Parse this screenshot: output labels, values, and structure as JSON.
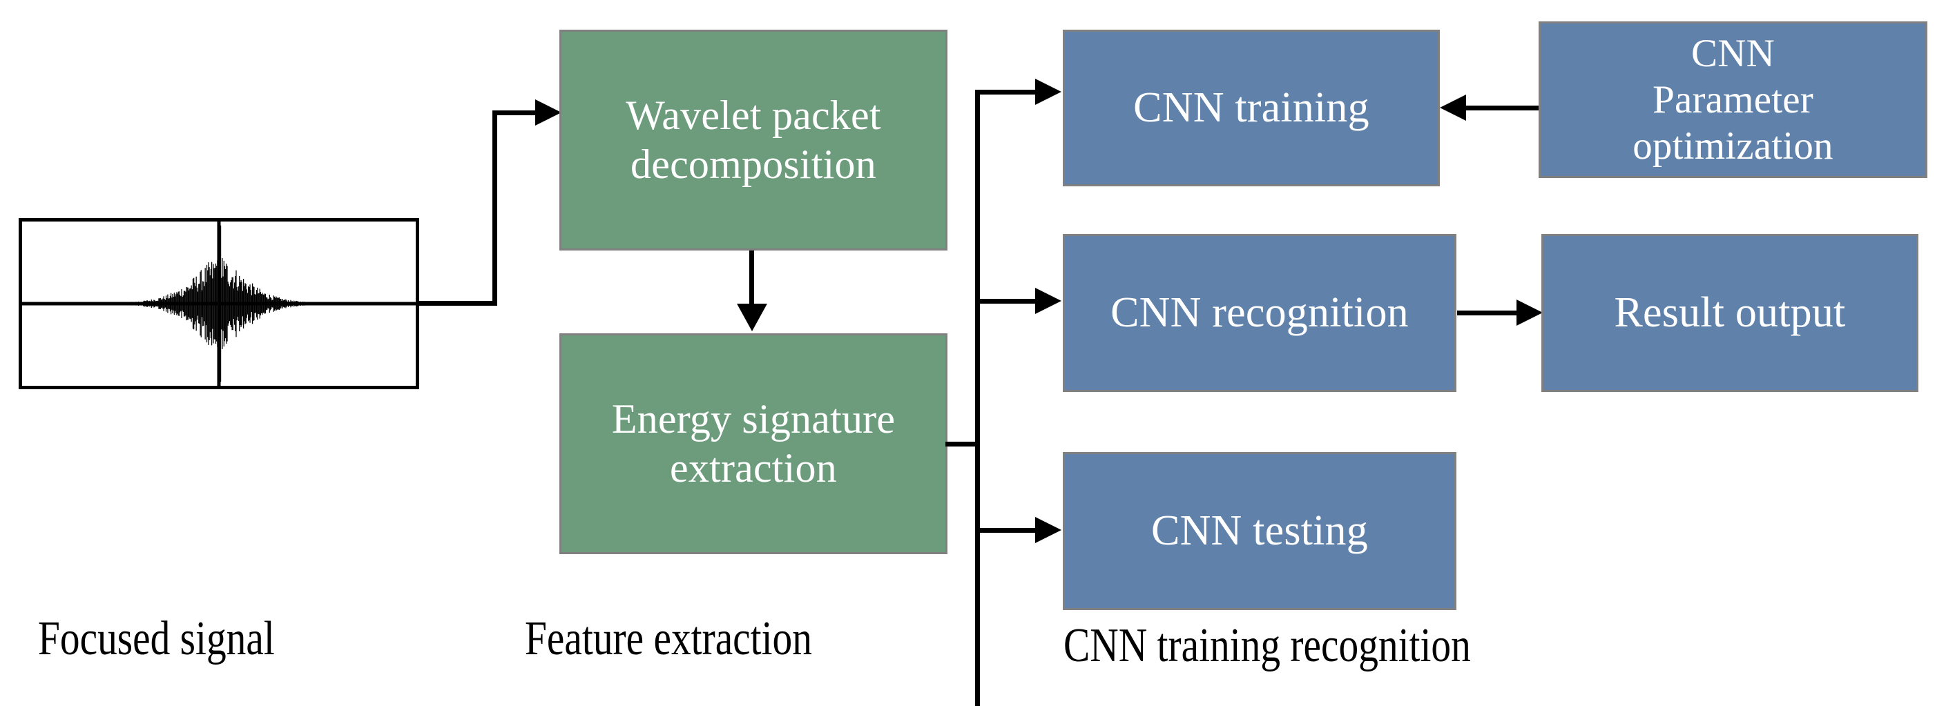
{
  "diagram": {
    "title": "Focused signal to CNN training recognition pipeline",
    "colors": {
      "green_fill": "#6d9c7d",
      "blue_fill": "#6082aa",
      "box_border": "#808080",
      "connector": "#000000",
      "box_text": "#ffffff",
      "caption_text": "#000000",
      "background": "#ffffff"
    }
  },
  "signal": {
    "panel_label": "focused-signal-waveform",
    "axis_horizontal": "time-axis",
    "axis_vertical": "amplitude-axis"
  },
  "boxes": {
    "wavelet": {
      "line1": "Wavelet packet",
      "line2": "decomposition"
    },
    "energy": {
      "line1": "Energy signature",
      "line2": "extraction"
    },
    "cnn_training": {
      "line1": "CNN training"
    },
    "cnn_param": {
      "line1": "CNN",
      "line2": "Parameter",
      "line3": "optimization"
    },
    "cnn_recognition": {
      "line1": "CNN recognition"
    },
    "result_output": {
      "line1": "Result output"
    },
    "cnn_testing": {
      "line1": "CNN testing"
    }
  },
  "captions": {
    "focused_signal": "Focused signal",
    "feature_extraction": "Feature extraction",
    "cnn_training_recognition": "CNN training recognition"
  },
  "connectors": {
    "signal_to_wavelet": "arrow-right",
    "wavelet_to_energy": "arrow-down",
    "energy_to_cnn_training": "arrow-right",
    "energy_to_cnn_recognition": "arrow-right",
    "energy_to_cnn_testing": "arrow-right",
    "cnn_param_to_cnn_training": "arrow-left",
    "cnn_recognition_to_result": "arrow-right"
  }
}
